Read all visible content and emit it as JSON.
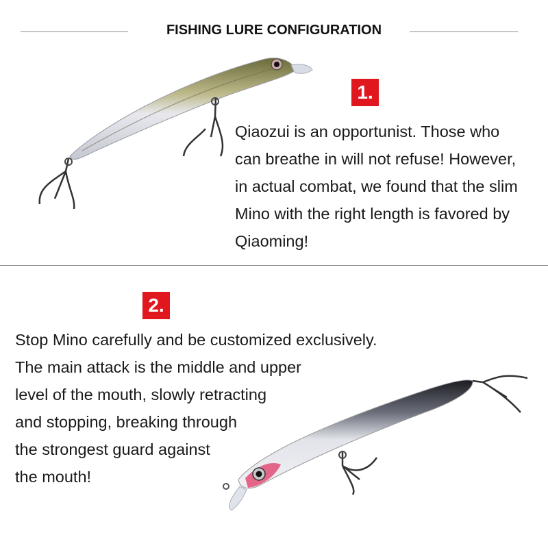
{
  "header": {
    "title": "FISHING LURE CONFIGURATION"
  },
  "section1": {
    "badge": "1.",
    "lines": [
      "Qiaozui is an opportunist. Those who",
      "can breathe in will not refuse! However,",
      "in actual combat, we found that the slim",
      "Mino with the right length is favored by",
      "Qiaoming!"
    ]
  },
  "section2": {
    "badge": "2.",
    "lines": [
      "Stop Mino carefully and be customized exclusively.",
      "The main attack is the middle and upper",
      "level of the mouth, slowly retracting",
      "and stopping, breaking through",
      "the strongest guard against",
      "the mouth!"
    ]
  },
  "colors": {
    "badge": "#e0171e",
    "divider": "#8a8a8a"
  }
}
